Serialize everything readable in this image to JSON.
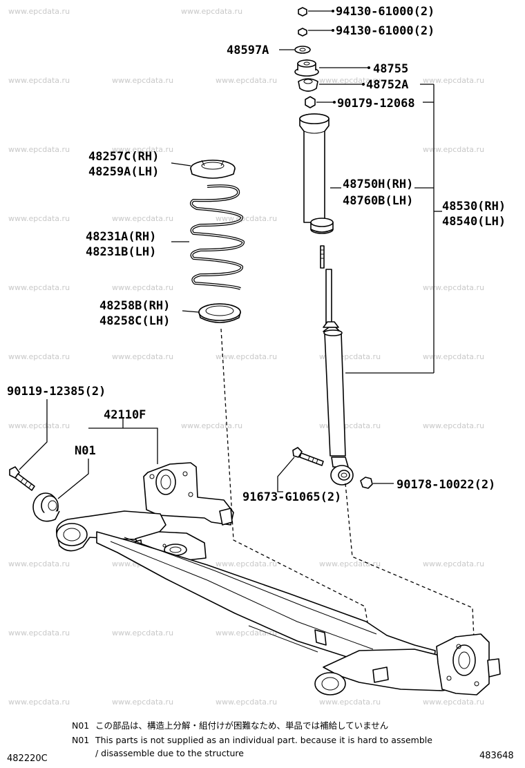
{
  "watermark": "www.epcdata.ru",
  "labels": {
    "nut_upper_1": "94130-61000(2)",
    "nut_upper_2": "94130-61000(2)",
    "washer": "48597A",
    "support": "48755",
    "retainer": "48752A",
    "nut_rod": "90179-12068",
    "spring_seat_upper_1": "48257C(RH)",
    "spring_seat_upper_2": "48259A(LH)",
    "coil_spring_1": "48231A(RH)",
    "coil_spring_2": "48231B(LH)",
    "spring_seat_lower_1": "48258B(RH)",
    "spring_seat_lower_2": "48258C(LH)",
    "boot_1": "48750H(RH)",
    "boot_2": "48760B(LH)",
    "absorber_1": "48530(RH)",
    "absorber_2": "48540(LH)",
    "bolt_axle": "90119-12385(2)",
    "axle_beam": "42110F",
    "bushing": "N01",
    "bolt_absorber": "91673-G1065(2)",
    "nut_absorber": "90178-10022(2)"
  },
  "notes": {
    "jp_code": "N01",
    "jp_text": "この部品は、構造上分解・組付けが困難なため、単品では補給していません",
    "en_code": "N01",
    "en_text": "This parts is not supplied as an individual part. because it is hard to assemble",
    "en_text_2": "/ disassemble due to the structure"
  },
  "footer": {
    "left_code": "482220C",
    "right_code": "483648"
  }
}
